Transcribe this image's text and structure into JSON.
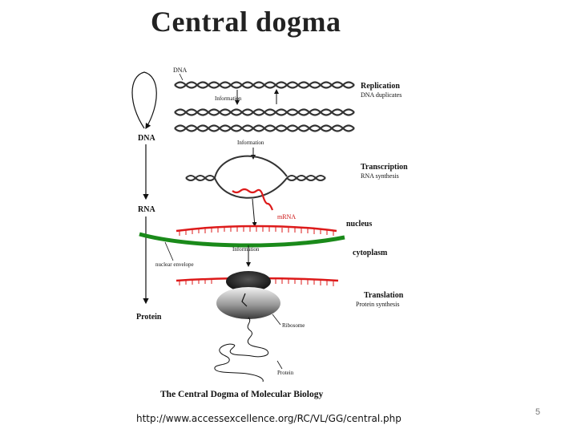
{
  "slide": {
    "title": "Central dogma",
    "source_url": "http://www.accessexcellence.org/RC/VL/GG/central.php",
    "page_number": "5"
  },
  "diagram": {
    "caption": "The Central Dogma of Molecular Biology",
    "side_labels": {
      "dna": "DNA",
      "rna": "RNA",
      "protein": "Protein"
    },
    "strand_labels": {
      "dna_top": "DNA",
      "mrna": "mRNA",
      "ribosome": "Ribosome",
      "protein": "Protein"
    },
    "information_labels": [
      "Information",
      "Information",
      "Information"
    ],
    "stages": {
      "replication": {
        "title": "Replication",
        "subtitle": "DNA duplicates"
      },
      "transcription": {
        "title": "Transcription",
        "subtitle": "RNA synthesis"
      },
      "translation": {
        "title": "Translation",
        "subtitle": "Protein synthesis"
      }
    },
    "compartments": {
      "nucleus": "nucleus",
      "cytoplasm": "cytoplasm",
      "nuclear_envelope": "nuclear envelope"
    },
    "colors": {
      "dna": "#333333",
      "mrna": "#dd1a1a",
      "nuclear_envelope": "#1a8a1a",
      "ribosome_dark": "#222222"
    }
  }
}
